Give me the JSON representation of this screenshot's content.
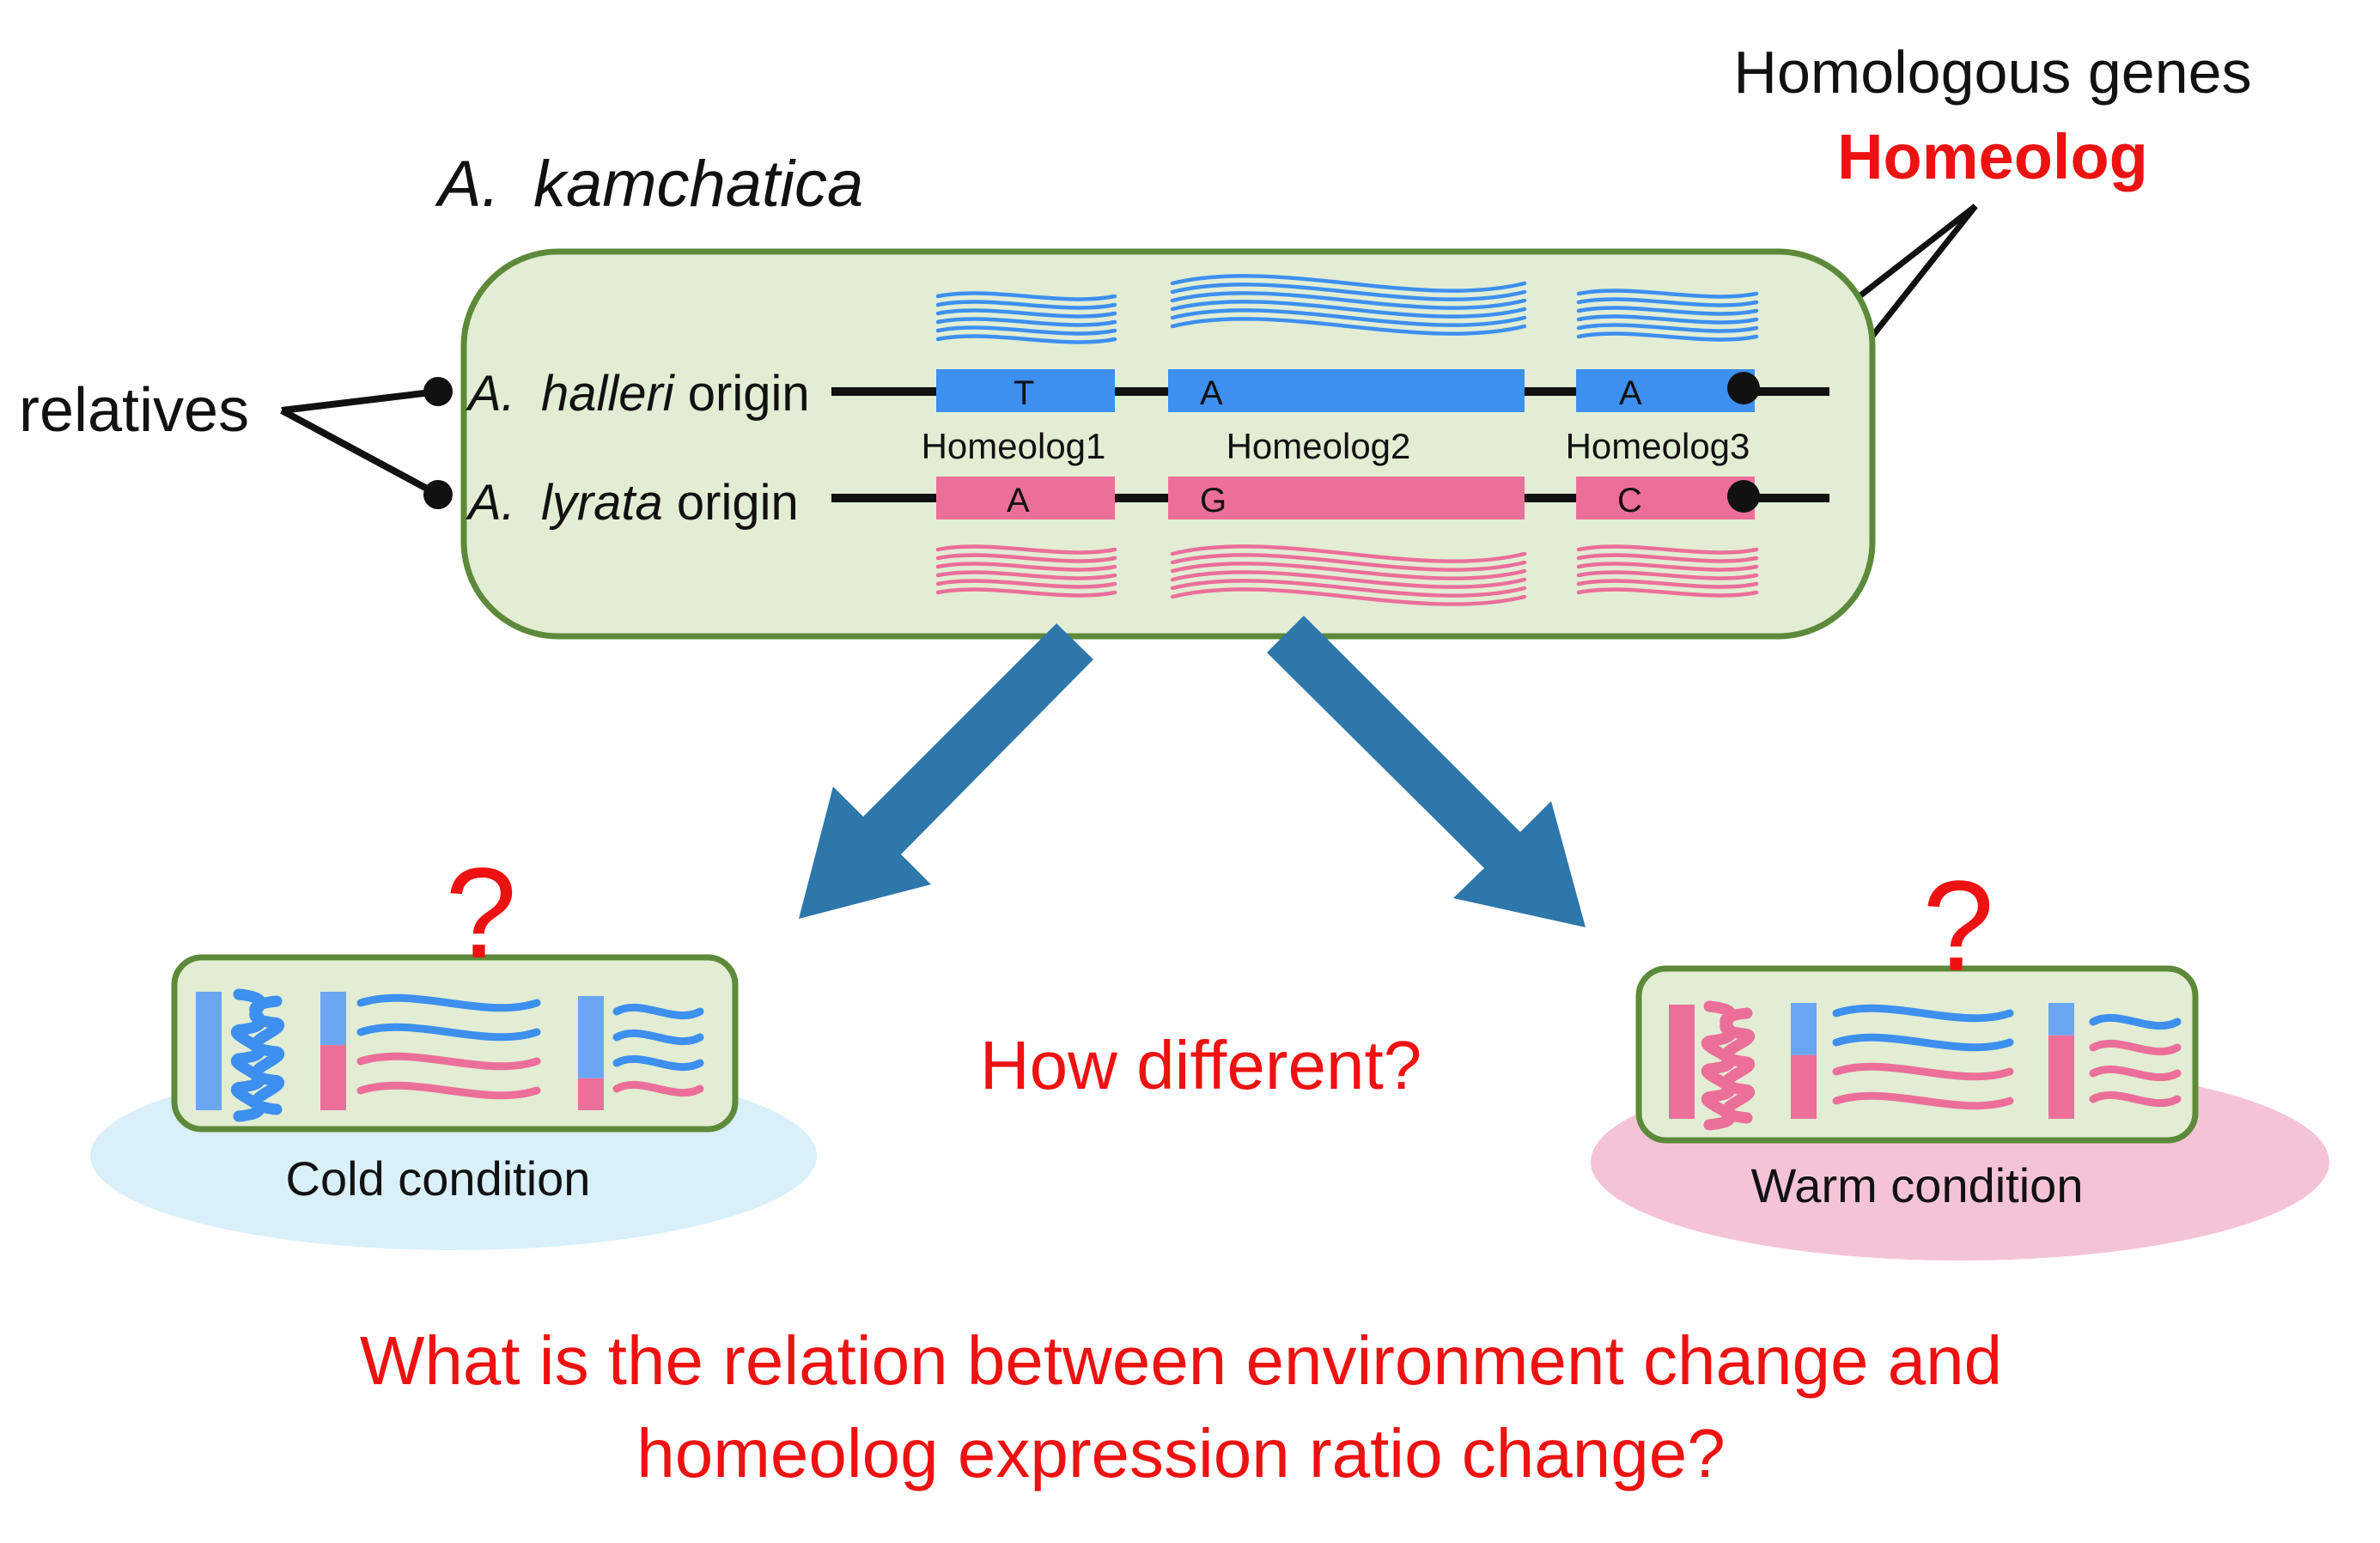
{
  "species": {
    "genus": "A.",
    "name": "kamchatica"
  },
  "callout": {
    "line1": "Homologous genes",
    "line2": "Homeolog"
  },
  "relatives_label": "relatives",
  "subgenomes": {
    "halleri": {
      "genus": "A.",
      "species": "halleri",
      "suffix": " origin"
    },
    "lyrata": {
      "genus": "A.",
      "species": "lyrata",
      "suffix": " origin"
    }
  },
  "genes": [
    {
      "name": "Homeolog1",
      "halleri_base": "T",
      "lyrata_base": "A"
    },
    {
      "name": "Homeolog2",
      "halleri_base": "A",
      "lyrata_base": "G"
    },
    {
      "name": "Homeolog3",
      "halleri_base": "A",
      "lyrata_base": "C"
    }
  ],
  "conditions": {
    "cold": {
      "label": "Cold condition",
      "mark": "?"
    },
    "warm": {
      "label": "Warm condition",
      "mark": "?"
    }
  },
  "center_question": "How different?",
  "bottom_question": {
    "line1": "What is the relation between environment change and",
    "line2": "homeolog expression ratio change?"
  },
  "colors": {
    "halleri_blue": "#3d8ff0",
    "halleri_light": "#6aa6f2",
    "lyrata_pink": "#ec6f9a",
    "box_fill": "#e2edd4",
    "box_stroke": "#5d8a3a",
    "arrow": "#2e77ab",
    "question_red": "#ee1111",
    "cold_ellipse": "#d9f0fa",
    "warm_ellipse": "#f5c3d6"
  }
}
